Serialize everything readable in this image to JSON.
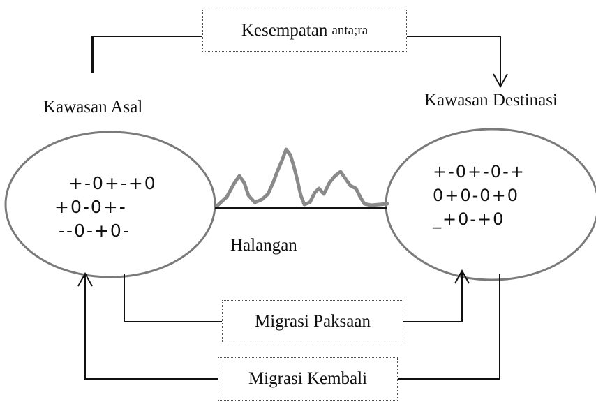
{
  "labels": {
    "top_box_main": "Kesempatan",
    "top_box_small": "anta;ra",
    "origin": "Kawasan Asal",
    "destination": "Kawasan Destinasi",
    "obstacles": "Halangan",
    "forced_migration": "Migrasi Paksaan",
    "return_migration": "Migrasi Kembali"
  },
  "origin_factors": [
    "+-0+-+0",
    "+0-0+-",
    "--0-+0-"
  ],
  "destination_factors": [
    "+-0+-0-+",
    "0+0-0+0",
    "_+0-+0"
  ]
}
